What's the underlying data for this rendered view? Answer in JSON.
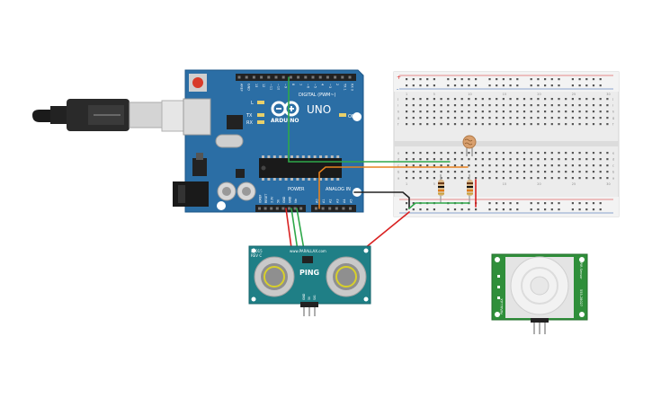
{
  "arduino": {
    "logo_text": "ARDUINO",
    "model": "UNO",
    "digital_header": "DIGITAL (PWM~)",
    "power_header": "POWER",
    "analog_header": "ANALOG IN",
    "led_on": "ON",
    "led_l": "L",
    "led_tx": "TX",
    "led_rx": "RX",
    "digital_pins": [
      "AREF",
      "GND",
      "13",
      "12",
      "~11",
      "~10",
      "~9",
      "8",
      "7",
      "~6",
      "~5",
      "4",
      "~3",
      "2",
      "TX 1",
      "RX 0"
    ],
    "power_pins": [
      "IOREF",
      "RESET",
      "3.3V",
      "5V",
      "GND",
      "GND",
      "Vin"
    ],
    "analog_pins": [
      "A0",
      "A1",
      "A2",
      "A3",
      "A4",
      "A5"
    ]
  },
  "breadboard": {
    "row_letters": [
      "a",
      "b",
      "c",
      "d",
      "e",
      "f",
      "g",
      "h",
      "i",
      "j"
    ],
    "columns": [
      "1",
      "5",
      "10",
      "15",
      "20",
      "25",
      "30"
    ],
    "rail_plus": "+",
    "rail_minus": "-"
  },
  "ultrasonic": {
    "brand": "www.PARALLAX.com",
    "name": "PING",
    "model": "28015",
    "rev": "REV C",
    "pins": [
      "GND",
      "5V",
      "SIG"
    ]
  },
  "pir": {
    "label_left": "PARALLAX",
    "label_right": "555-28027",
    "label_top": "PIR Sensor"
  },
  "colors": {
    "board": "#2b6ea5",
    "board_dark": "#1d5788",
    "breadboard": "#ececec",
    "wire_green": "#2ea84a",
    "wire_orange": "#e8821e",
    "wire_red": "#d92121",
    "wire_black": "#222222",
    "ping_pcb": "#1f7f86",
    "pir_pcb": "#2f8f3a"
  }
}
